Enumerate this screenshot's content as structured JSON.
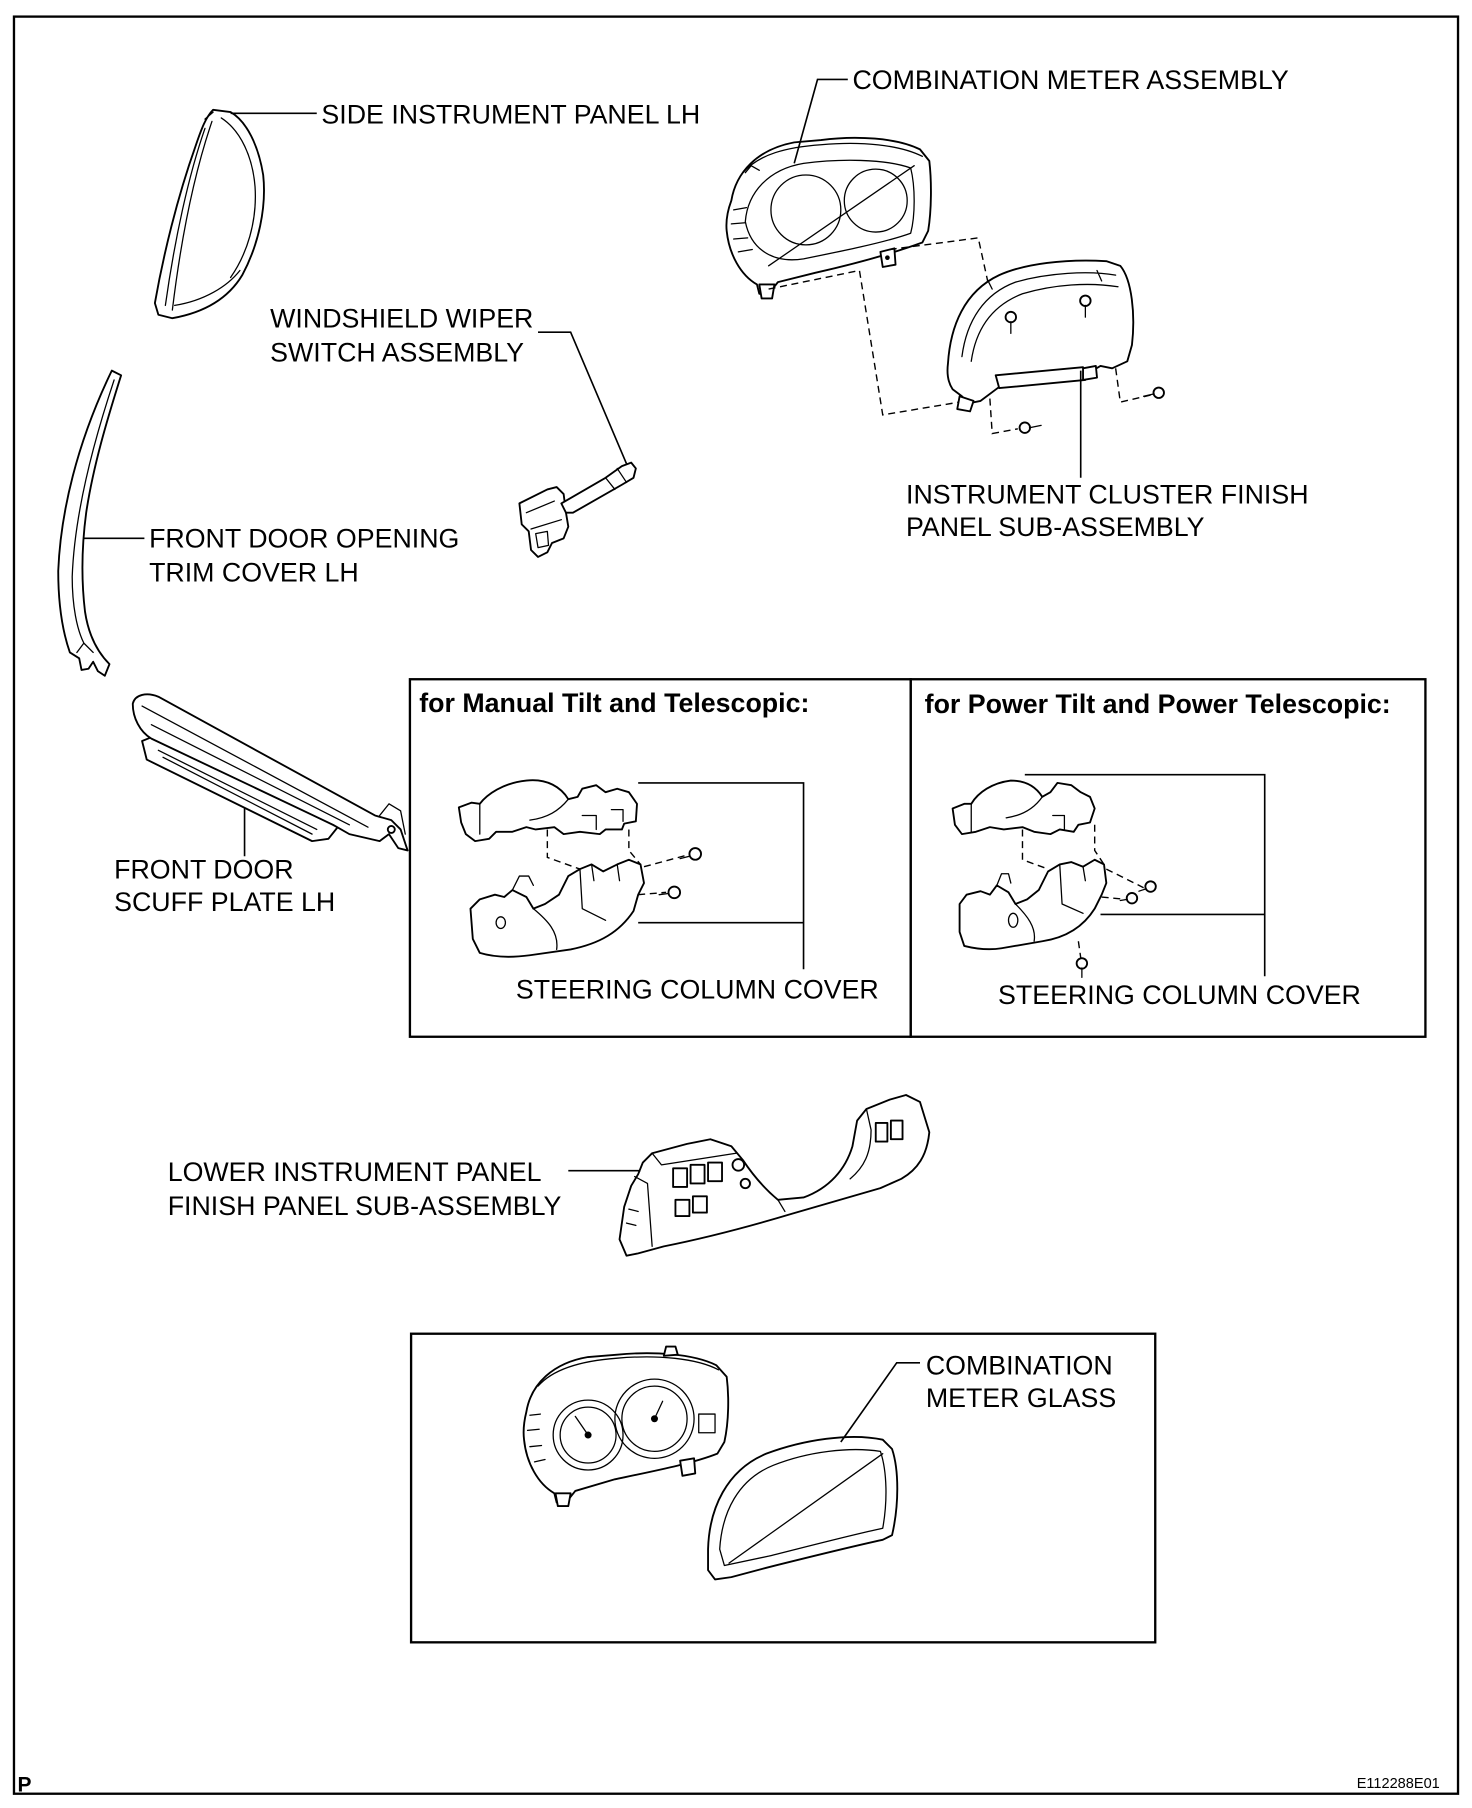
{
  "labels": {
    "side_instrument_panel": "SIDE INSTRUMENT PANEL LH",
    "combination_meter_assembly": "COMBINATION METER ASSEMBLY",
    "windshield_wiper_switch": [
      "WINDSHIELD WIPER",
      "SWITCH ASSEMBLY"
    ],
    "front_door_opening_trim": [
      "FRONT DOOR OPENING",
      "TRIM COVER LH"
    ],
    "instrument_cluster_finish_panel": [
      "INSTRUMENT CLUSTER FINISH",
      "PANEL SUB-ASSEMBLY"
    ],
    "front_door_scuff_plate": [
      "FRONT DOOR",
      "SCUFF PLATE LH"
    ],
    "lower_instrument_panel": [
      "LOWER INSTRUMENT PANEL",
      "FINISH PANEL SUB-ASSEMBLY"
    ],
    "combination_meter_glass": [
      "COMBINATION",
      "METER GLASS"
    ]
  },
  "variants": {
    "manual": {
      "heading": "for Manual Tilt and Telescopic:",
      "part_label": "STEERING COLUMN COVER"
    },
    "power": {
      "heading": "for Power Tilt and Power Telescopic:",
      "part_label": "STEERING COLUMN COVER"
    }
  },
  "footer": {
    "view_marker": "P",
    "figure_code": "E112288E01"
  },
  "colors": {
    "line": "#000000",
    "background": "#ffffff"
  }
}
